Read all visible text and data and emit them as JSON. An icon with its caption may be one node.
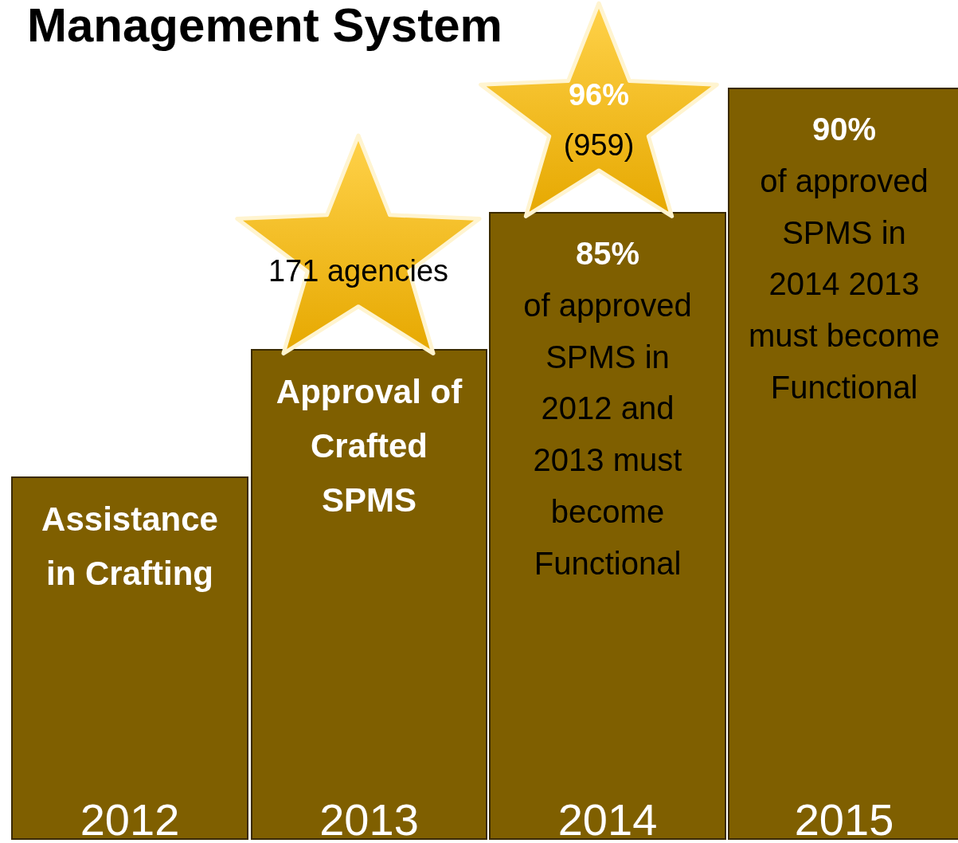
{
  "diagram": {
    "title": "Management System",
    "nodes": [
      {
        "text": [
          "Assistance in Crafting",
          "2012"
        ]
      },
      {
        "text": [
          "171 agencies"
        ]
      },
      {
        "text": [
          "Approval of Crafted SPMS",
          "2013"
        ]
      },
      {
        "text": [
          "96%",
          "(959)"
        ]
      },
      {
        "text": [
          "85%",
          "of approved SPMS in 2012 and 2013 must become Functional",
          "2014"
        ]
      },
      {
        "text": [
          "90%",
          "of approved SPMS in 2014 2013 must become Functional",
          "2015"
        ]
      }
    ]
  }
}
